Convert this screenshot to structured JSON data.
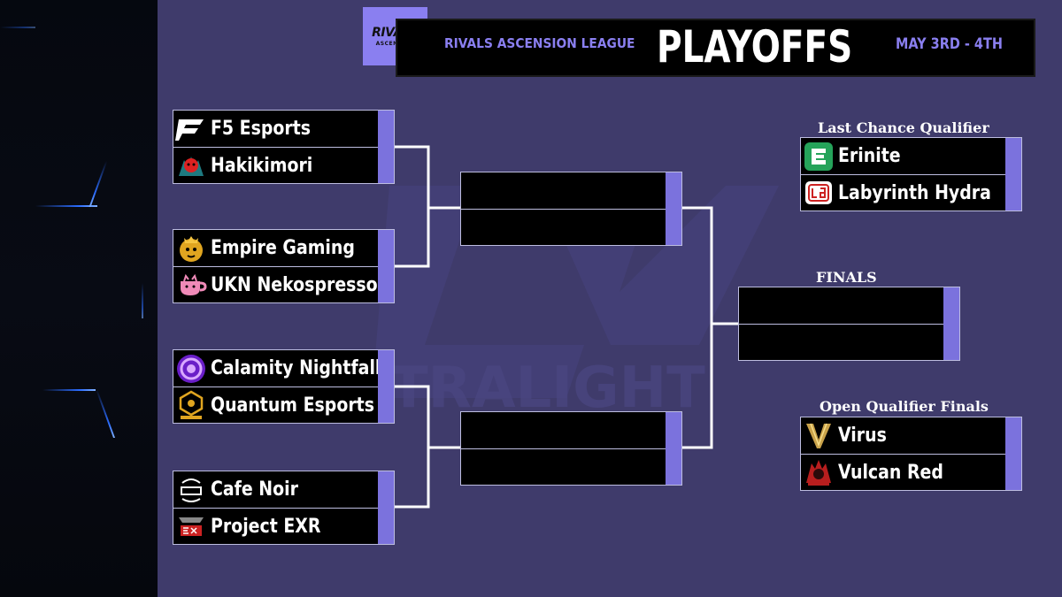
{
  "header": {
    "logo_main": "RIVALS",
    "logo_sub": "ASCENSION",
    "league": "RIVALS ASCENSION LEAGUE",
    "title": "PLAYOFFS",
    "date": "MAY 3RD - 4TH"
  },
  "watermark": "TRALIGHT",
  "bracket": {
    "quarterfinals": [
      {
        "team1": "F5 Esports",
        "team1_logo": "f5-logo-icon",
        "team2": "Hakikimori",
        "team2_logo": "hakikimori-logo-icon"
      },
      {
        "team1": "Empire Gaming",
        "team1_logo": "empire-lion-logo-icon",
        "team2": "UKN Nekospresso",
        "team2_logo": "nekospresso-cup-logo-icon"
      },
      {
        "team1": "Calamity Nightfall",
        "team1_logo": "calamity-orb-logo-icon",
        "team2": "Quantum Esports",
        "team2_logo": "quantum-logo-icon"
      },
      {
        "team1": "Cafe Noir",
        "team1_logo": "cafe-noir-logo-icon",
        "team2": "Project EXR",
        "team2_logo": "exr-logo-icon"
      }
    ],
    "semifinals": [
      {
        "team1": "",
        "team2": ""
      },
      {
        "team1": "",
        "team2": ""
      }
    ],
    "finals": {
      "label": "FINALS",
      "team1": "",
      "team2": ""
    }
  },
  "side_matches": {
    "last_chance": {
      "label": "Last Chance Qualifier",
      "team1": "Erinite",
      "team1_logo": "erinite-e-logo-icon",
      "team2": "Labyrinth Hydra",
      "team2_logo": "labyrinth-logo-icon"
    },
    "open_qualifier": {
      "label": "Open Qualifier Finals",
      "team1": "Virus",
      "team1_logo": "virus-v-logo-icon",
      "team2": "Vulcan Red",
      "team2_logo": "vulcan-logo-icon"
    }
  },
  "colors": {
    "background": "#3f3b6b",
    "accent": "#8a7ff0",
    "score_bar": "#7b72dd",
    "slot": "#000000"
  }
}
